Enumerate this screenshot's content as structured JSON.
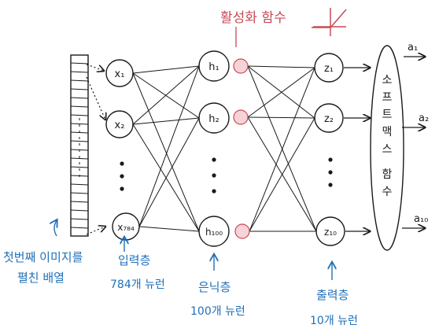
{
  "activation_label": "활성화 함수",
  "input_column": {
    "label_line1": "첫번째 이미지를",
    "label_line2": "펼친 배열"
  },
  "input_layer": {
    "nodes": [
      "x₁",
      "x₂",
      "x₇₈₄"
    ],
    "label": "입력층",
    "sublabel": "784개 뉴런"
  },
  "hidden_layer": {
    "nodes": [
      "h₁",
      "h₂",
      "h₁₀₀"
    ],
    "label": "은닉층",
    "sublabel": "100개 뉴런"
  },
  "output_layer": {
    "nodes": [
      "z₁",
      "z₂",
      "z₁₀"
    ],
    "label": "출력층",
    "sublabel": "10개 뉴런"
  },
  "softmax": {
    "chars": [
      "소",
      "프",
      "트",
      "맥",
      "스",
      "함",
      "수"
    ]
  },
  "outputs": [
    "a₁",
    "a₂",
    "a₁₀"
  ],
  "colors": {
    "blue": "#1f6fb8",
    "red": "#c84a55",
    "pink": "#f6d3d8",
    "ink": "#1a1a1a"
  }
}
